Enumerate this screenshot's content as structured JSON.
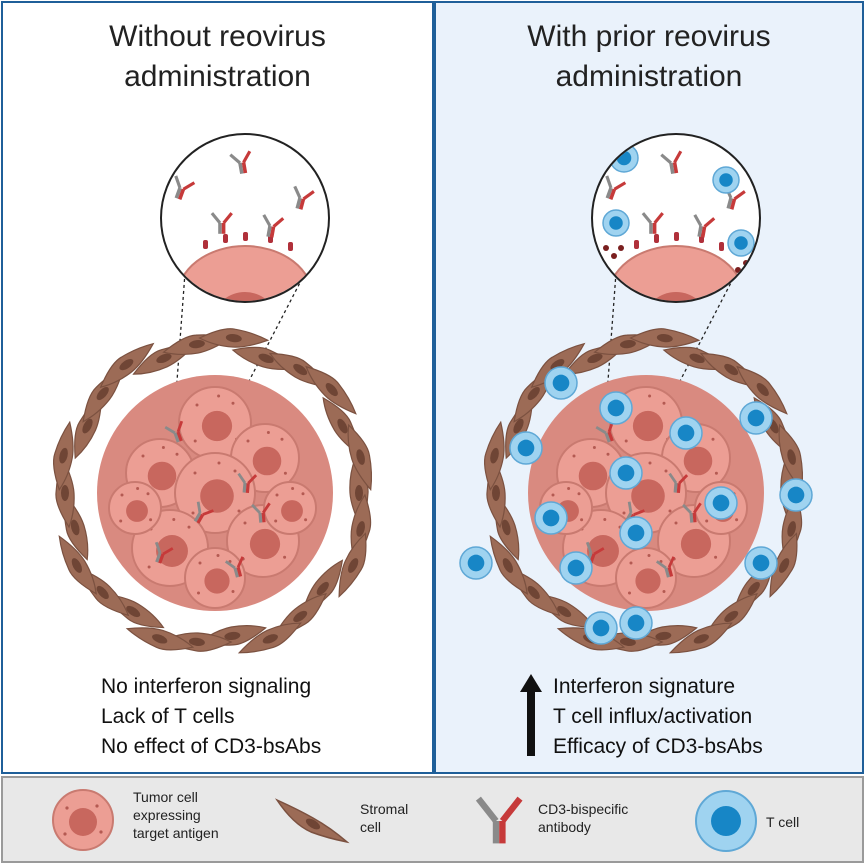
{
  "panels": {
    "left": {
      "title_line1": "Without reovirus",
      "title_line2": "administration",
      "effects": [
        "No interferon signaling",
        "Lack of T cells",
        "No effect of CD3-bsAbs"
      ]
    },
    "right": {
      "title_line1": "With prior reovirus",
      "title_line2": "administration",
      "effects": [
        "Interferon signature",
        "T cell influx/activation",
        "Efficacy of CD3-bsAbs"
      ]
    }
  },
  "legend": {
    "tumor_cell": [
      "Tumor cell",
      "expressing",
      "target antigen"
    ],
    "stromal_cell": [
      "Stromal",
      "cell"
    ],
    "antibody": [
      "CD3-bispecific",
      "antibody"
    ],
    "t_cell": "T cell"
  },
  "colors": {
    "panel_border": "#1f5f99",
    "right_panel_bg": "#eaf2fb",
    "tumor_cell": "#ec9e94",
    "tumor_nucleus": "#c8675e",
    "stromal_cell": "#9c6b56",
    "t_cell_outer": "#9fd3f0",
    "t_cell_inner": "#1786c6",
    "antibody_red": "#c63a3a",
    "antibody_gray": "#8a8a8a",
    "legend_bg": "#e8e8e8"
  },
  "icons": [
    "tumor-cell-icon",
    "stromal-cell-icon",
    "antibody-icon",
    "t-cell-icon",
    "up-arrow-icon"
  ]
}
